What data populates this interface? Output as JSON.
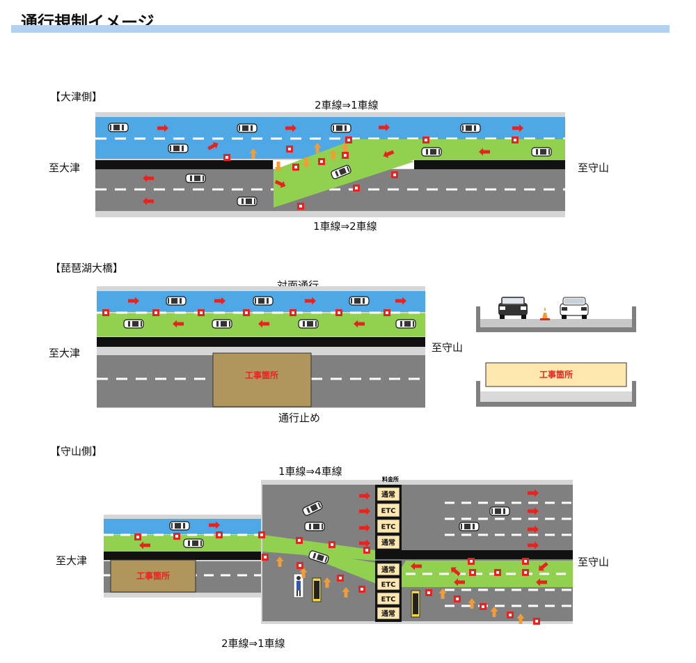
{
  "page_title": "通行規制イメージ",
  "colors": {
    "title_bar": "#b3d1f1",
    "lane_blue": "#4fa8e6",
    "lane_green": "#92d050",
    "asphalt": "#808080",
    "median": "#111111",
    "arrow": "#e8231f",
    "cone_arrow": "#f39c34",
    "construction": "#b0955d",
    "construction_light": "#ffe8b0"
  },
  "otsu_side": {
    "heading": "【大津側】",
    "top_note": "2車線⇒1車線",
    "bottom_note": "1車線⇒2車線",
    "left_dest": "至大津",
    "right_dest": "至守山"
  },
  "biwako_bridge": {
    "heading": "【琵琶湖大橋】",
    "top_note": "対面通行",
    "bottom_note": "通行止め",
    "left_dest": "至大津",
    "right_dest": "至守山",
    "construction_label": "工事箇所",
    "cross_section_construction_label": "工事箇所"
  },
  "moriyama_side": {
    "heading": "【守山側】",
    "top_note": "1車線⇒4車線",
    "bottom_note": "2車線⇒1車線",
    "left_dest": "至大津",
    "right_dest": "至守山",
    "construction_label": "工事箇所",
    "toll_label": "料金所",
    "booths_top": [
      "通常",
      "ETC",
      "ETC",
      "通常"
    ],
    "booths_bottom": [
      "通常",
      "ETC",
      "ETC",
      "通常"
    ]
  }
}
